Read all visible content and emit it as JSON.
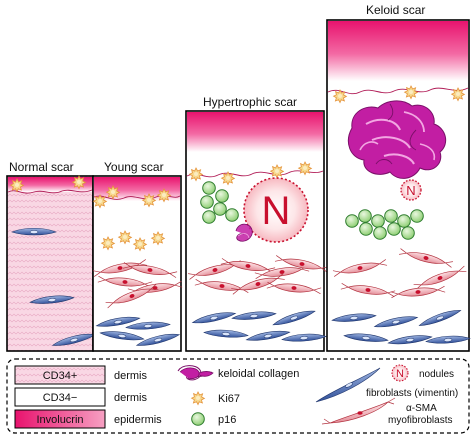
{
  "panels": {
    "normal": {
      "title": "Normal scar"
    },
    "young": {
      "title": "Young scar"
    },
    "hypertrophic": {
      "title": "Hypertrophic scar",
      "nodule_label": "N"
    },
    "keloid": {
      "title": "Keloid scar",
      "nodule_label": "N"
    }
  },
  "legend": {
    "cd34_pos": {
      "box": "CD34+",
      "text": "dermis"
    },
    "cd34_neg": {
      "box": "CD34−",
      "text": "dermis"
    },
    "involucrin": {
      "box": "Involucrin",
      "text": "epidermis"
    },
    "keloidal_collagen": "keloidal collagen",
    "ki67": "Ki67",
    "p16": "p16",
    "nodule_symbol": "N",
    "nodules": "nodules",
    "fibroblasts": "fibroblasts (vimentin)",
    "myofib_line1": "α-SMA",
    "myofib_line2": "myofibroblasts"
  },
  "colors": {
    "epidermis": "#e8136e",
    "cd34_dermis": "#f9d7e4",
    "nodule_fill": "#fbd3d8",
    "nodule_border": "#c8102e",
    "collagen": "#c21ea3",
    "p16_fill": "#a6d98f",
    "p16_border": "#2f7d2f",
    "ki67_fill": "#f7d88e",
    "ki67_border": "#e5943a",
    "fibroblast": "#3a5fa8",
    "myofibroblast": "#e79aa3"
  }
}
